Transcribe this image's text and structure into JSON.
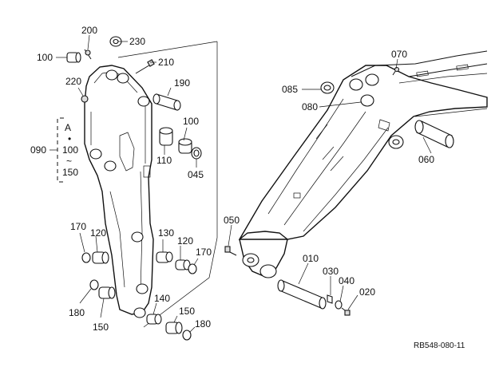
{
  "diagram": {
    "callouts": {
      "c200": "200",
      "c230": "230",
      "c100a": "100",
      "c210": "210",
      "c220": "220",
      "c190": "190",
      "c100b": "100",
      "cA": "A",
      "cA_range_start": "100",
      "cA_tilde": "~",
      "cA_range_end": "150",
      "c090": "090",
      "c110": "110",
      "c045": "045",
      "c170a": "170",
      "c120a": "120",
      "c130": "130",
      "c120b": "120",
      "c170b": "170",
      "c180a": "180",
      "c150a": "150",
      "c140": "140",
      "c150b": "150",
      "c180b": "180",
      "c070": "070",
      "c085": "085",
      "c080": "080",
      "c060": "060",
      "c050": "050",
      "c010": "010",
      "c030": "030",
      "c040": "040",
      "c020": "020"
    },
    "reference_code": "RB548-080-11"
  }
}
